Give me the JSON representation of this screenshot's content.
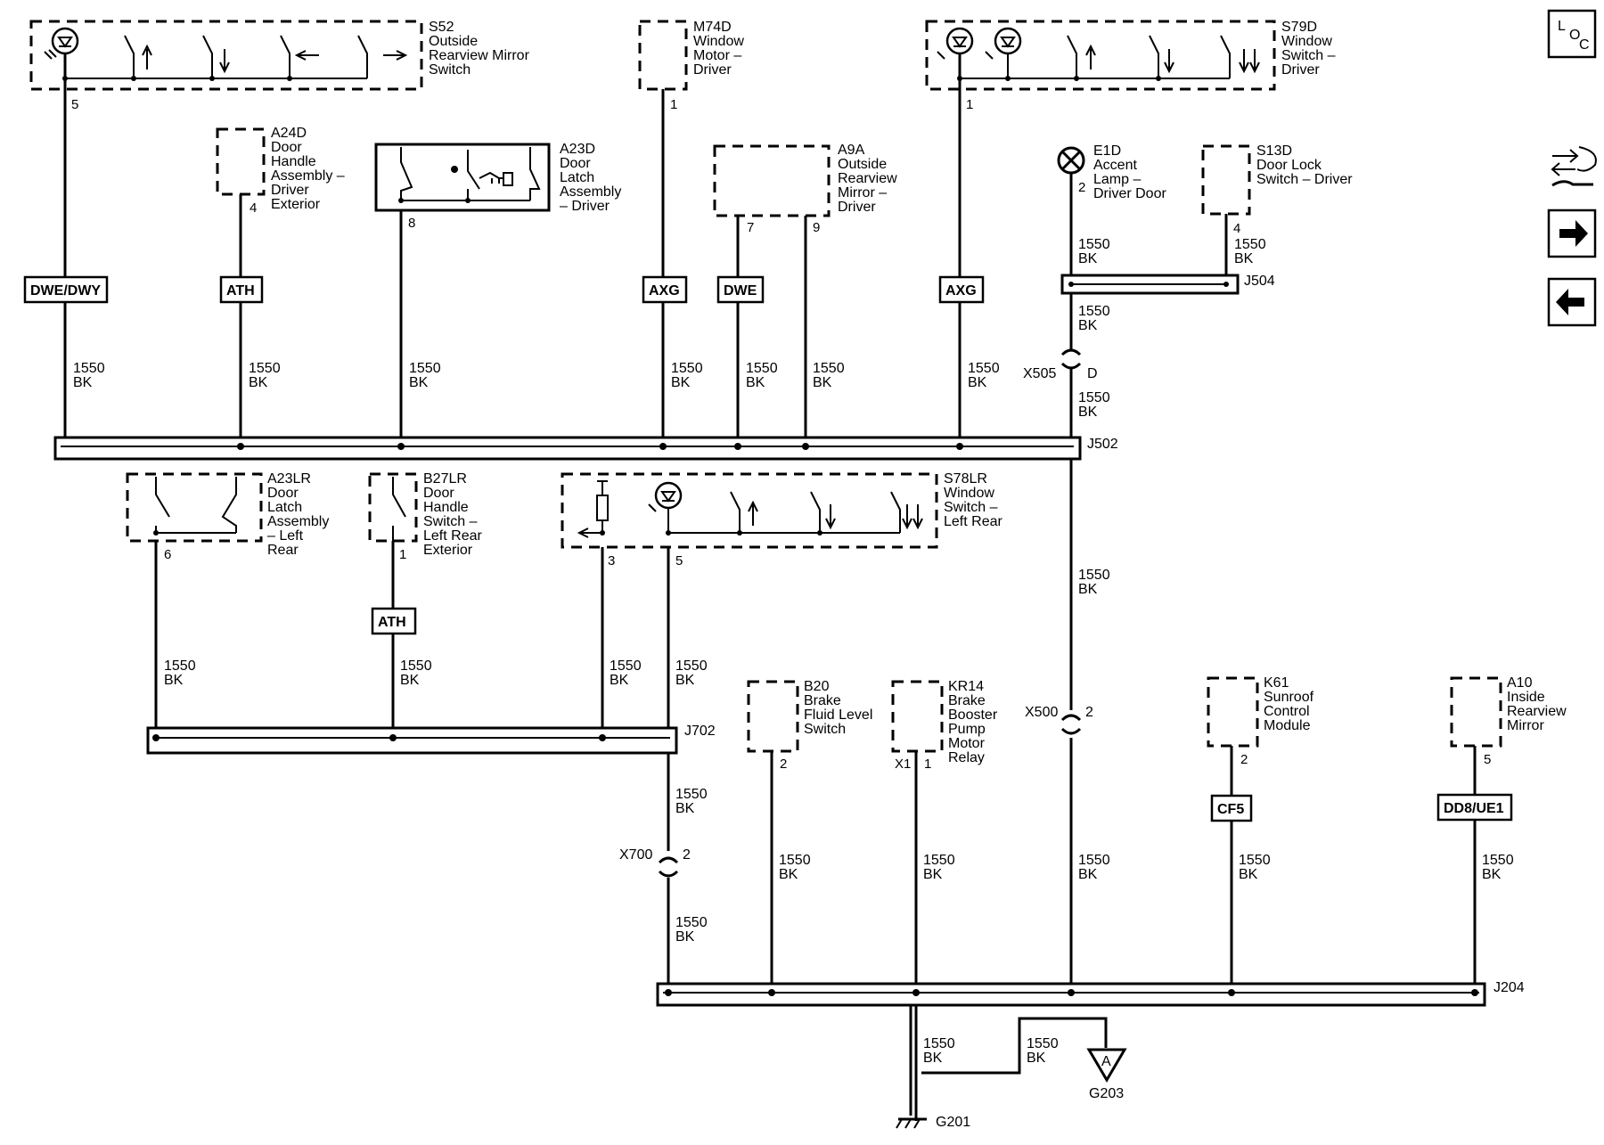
{
  "nav": {
    "loc_l": "L",
    "loc_o": "O",
    "loc_c": "C"
  },
  "components": {
    "s52": {
      "id": "S52",
      "lines": [
        "Outside",
        "Rearview Mirror",
        "Switch"
      ],
      "pin": "5"
    },
    "m74d": {
      "id": "M74D",
      "lines": [
        "Window",
        "Motor –",
        "Driver"
      ],
      "pin": "1"
    },
    "s79d": {
      "id": "S79D",
      "lines": [
        "Window",
        "Switch –",
        "Driver"
      ],
      "pin": "1"
    },
    "a24d": {
      "id": "A24D",
      "lines": [
        "Door",
        "Handle",
        "Assembly –",
        "Driver",
        "Exterior"
      ],
      "pin": "4"
    },
    "a23d": {
      "id": "A23D",
      "lines": [
        "Door",
        "Latch",
        "Assembly",
        "– Driver"
      ],
      "pin": "8"
    },
    "a9a": {
      "id": "A9A",
      "lines": [
        "Outside",
        "Rearview",
        "Mirror –",
        "Driver"
      ],
      "pin7": "7",
      "pin9": "9"
    },
    "e1d": {
      "id": "E1D",
      "lines": [
        "Accent",
        "Lamp –",
        "Driver Door"
      ],
      "pin": "2"
    },
    "s13d": {
      "id": "S13D",
      "lines": [
        "Door Lock",
        "Switch – Driver"
      ],
      "pin": "4"
    },
    "a23lr": {
      "id": "A23LR",
      "lines": [
        "Door",
        "Latch",
        "Assembly",
        "– Left",
        "Rear"
      ],
      "pin": "6"
    },
    "b27lr": {
      "id": "B27LR",
      "lines": [
        "Door",
        "Handle",
        "Switch –",
        "Left Rear",
        "Exterior"
      ],
      "pin": "1"
    },
    "s78lr": {
      "id": "S78LR",
      "lines": [
        "Window",
        "Switch –",
        "Left Rear"
      ],
      "pin3": "3",
      "pin5": "5"
    },
    "b20": {
      "id": "B20",
      "lines": [
        "Brake",
        "Fluid Level",
        "Switch"
      ],
      "pin": "2"
    },
    "kr14": {
      "id": "KR14",
      "lines": [
        "Brake",
        "Booster",
        "Pump",
        "Motor",
        "Relay"
      ],
      "pin": "1",
      "conn": "X1"
    },
    "k61": {
      "id": "K61",
      "lines": [
        "Sunroof",
        "Control",
        "Module"
      ],
      "pin": "2"
    },
    "a10": {
      "id": "A10",
      "lines": [
        "Inside",
        "Rearview",
        "Mirror"
      ],
      "pin": "5"
    }
  },
  "option_tags": {
    "dwe_dwy": "DWE/DWY",
    "ath_a24d": "ATH",
    "axg_m74d": "AXG",
    "dwe_a9a": "DWE",
    "axg_s79d": "AXG",
    "ath_b27lr": "ATH",
    "cf5": "CF5",
    "dd8_ue1": "DD8/UE1"
  },
  "wire": {
    "circuit": "1550",
    "color": "BK"
  },
  "splices": {
    "j502": "J502",
    "j504": "J504",
    "j702": "J702",
    "j204": "J204"
  },
  "connectors": {
    "x505": {
      "name": "X505",
      "pin": "D"
    },
    "x500": {
      "name": "X500",
      "pin": "2"
    },
    "x700": {
      "name": "X700",
      "pin": "2"
    }
  },
  "grounds": {
    "g201": "G201",
    "g203": "G203",
    "g203_ref": "A"
  }
}
